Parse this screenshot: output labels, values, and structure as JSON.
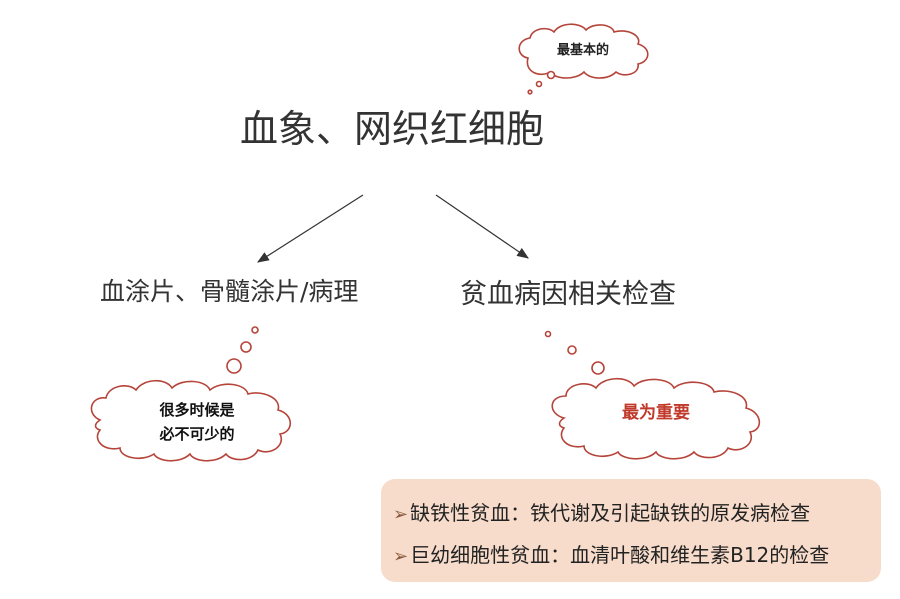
{
  "nodes": {
    "top": "血象、网织红细胞",
    "left": "血涂片、骨髓涂片/病理",
    "right": "贫血病因相关检查"
  },
  "clouds": {
    "top": "最基本的",
    "left_line1": "很多时候是",
    "left_line2": "必不可少的",
    "right": "最为重要"
  },
  "info_box": {
    "rows": [
      {
        "icon": "triangle-arrow-icon",
        "text": "缺铁性贫血：铁代谢及引起缺铁的原发病检查"
      },
      {
        "icon": "triangle-arrow-icon",
        "text": "巨幼细胞性贫血：血清叶酸和维生素B12的检查"
      }
    ]
  },
  "colors": {
    "cloud_outline": "#b5443a",
    "highlight_text": "#c0392b",
    "info_bg": "#f7dccb",
    "arrow": "#333333"
  }
}
